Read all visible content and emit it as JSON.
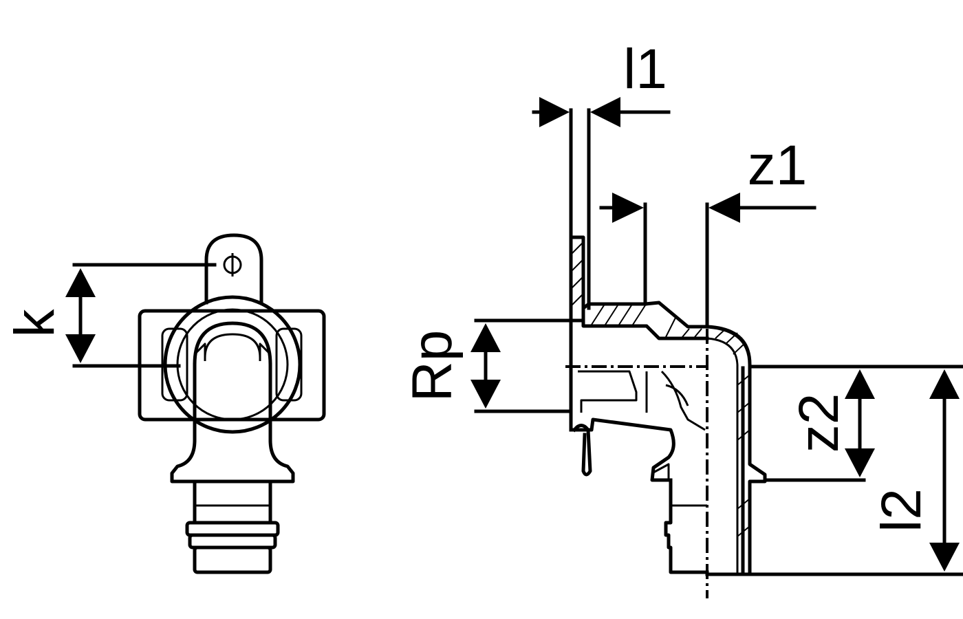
{
  "labels": {
    "k": "k",
    "l1": "l1",
    "z1": "z1",
    "rp": "Rp",
    "z2": "z2",
    "l2": "l2"
  }
}
